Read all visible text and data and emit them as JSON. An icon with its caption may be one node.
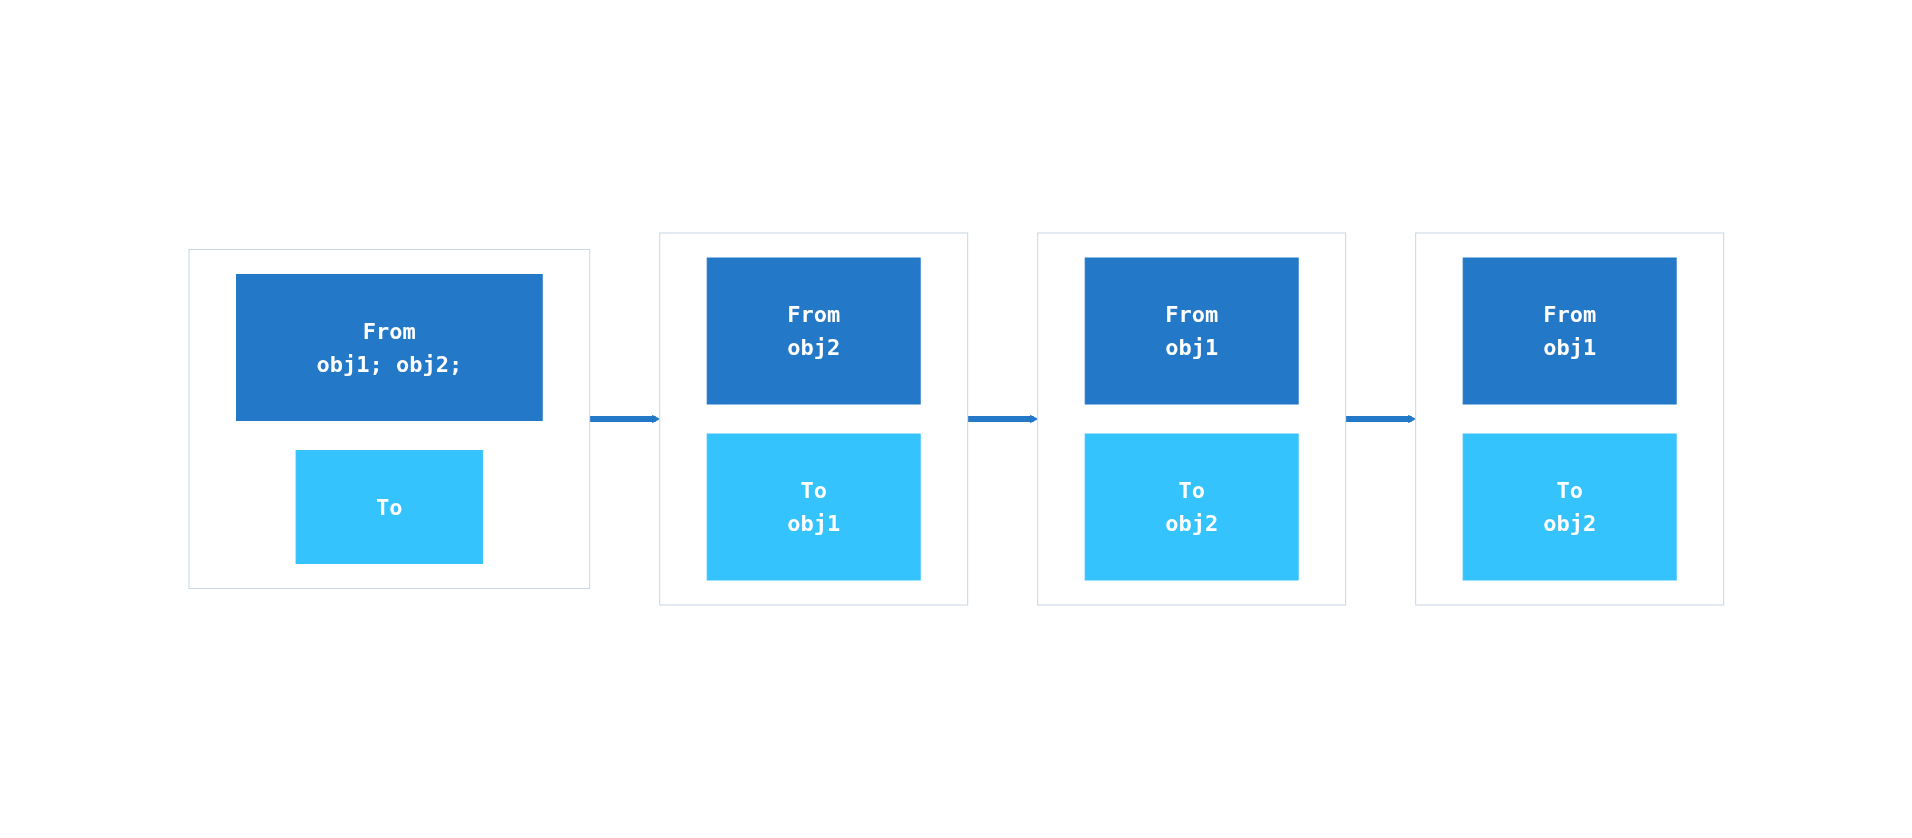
{
  "diagram": {
    "nodes": [
      {
        "text": [],
        "shape": "box"
      },
      {
        "text": [
          "From",
          "obj1; obj2;"
        ],
        "in": 0
      },
      {
        "text": [
          "To"
        ],
        "in": 0
      },
      {
        "text": [],
        "shape": "box"
      },
      {
        "text": [
          "From",
          "obj2"
        ],
        "in": 3
      },
      {
        "text": [
          "To",
          "obj1"
        ],
        "in": 3
      },
      {
        "text": [],
        "shape": "box"
      },
      {
        "text": [
          "From",
          "obj1"
        ],
        "in": 6
      },
      {
        "text": [
          "To",
          "obj2"
        ],
        "in": 6
      },
      {
        "text": [],
        "shape": "box"
      },
      {
        "text": [
          "From",
          "obj1"
        ],
        "in": 9
      },
      {
        "text": [
          "To",
          "obj2"
        ],
        "in": 9
      }
    ],
    "edges": [
      {
        "from": 0,
        "to": 3,
        "arrow": "to"
      },
      {
        "from": 3,
        "to": 9,
        "arrow": "to"
      },
      {
        "from": 9,
        "to": 6,
        "arrow": "to"
      }
    ]
  }
}
